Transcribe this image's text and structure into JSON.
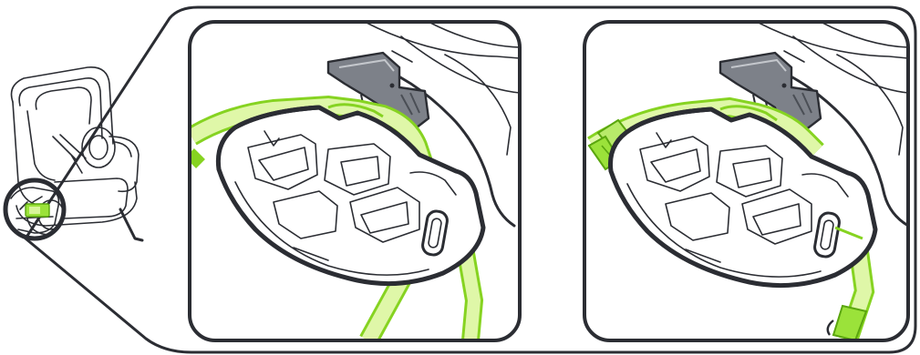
{
  "figure": {
    "palette": {
      "outline": "#2b2d33",
      "strap_fill": "#dff7a8",
      "strap_stroke": "#86d321",
      "accent_green": "#9be23a",
      "gray_part": "#7d8189",
      "gray_dark": "#4a4e55",
      "background": "#ffffff"
    },
    "callout": {
      "overview": "car-seat-overview",
      "zoom_callout": "magnified-callout-bubble"
    },
    "panels": [
      {
        "id": "panel-1",
        "state": "strap-loosely-routed"
      },
      {
        "id": "panel-2",
        "state": "strap-threaded-with-adjuster"
      }
    ]
  }
}
